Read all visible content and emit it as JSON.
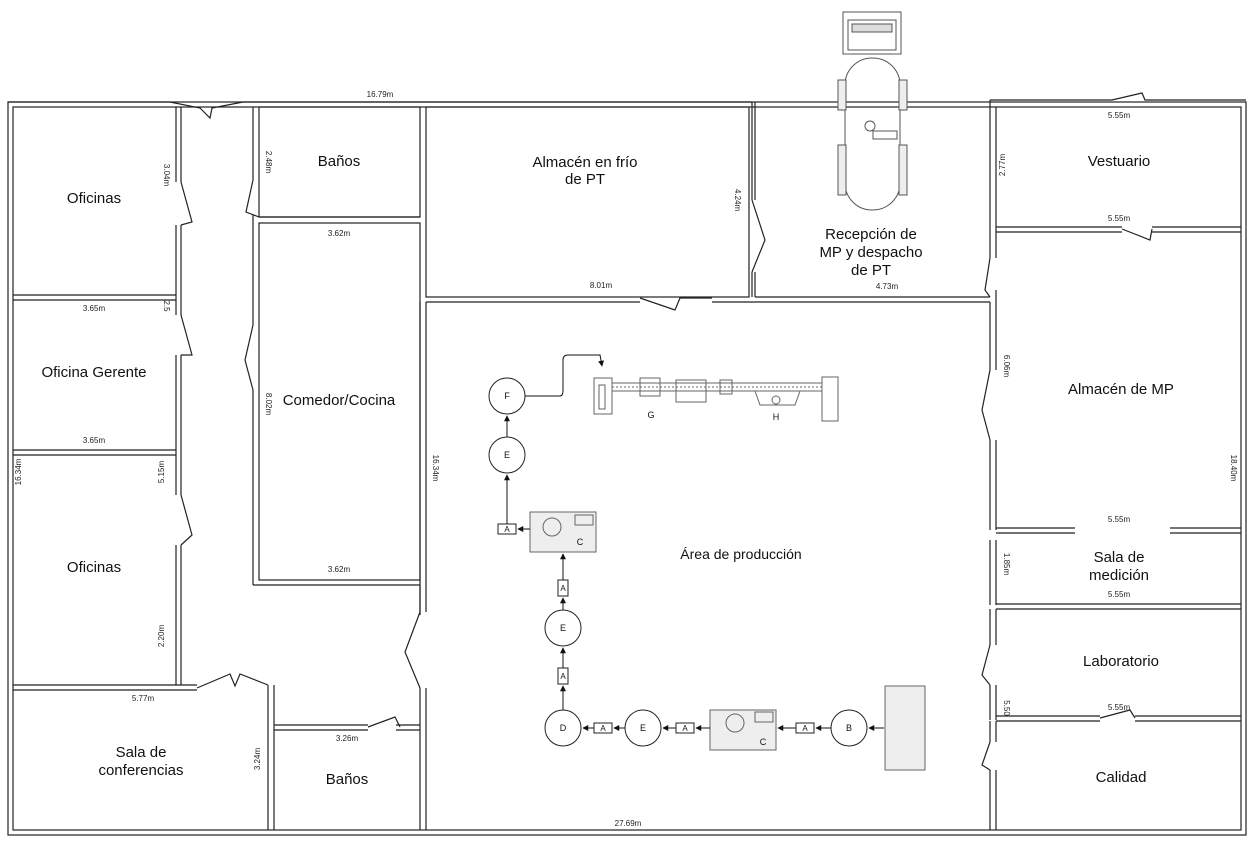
{
  "rooms": {
    "oficinas_top": "Oficinas",
    "oficina_gerente": "Oficina Gerente",
    "oficinas_bottom": "Oficinas",
    "sala_conferencias_1": "Sala de",
    "sala_conferencias_2": "conferencias",
    "banos_top": "Baños",
    "comedor": "Comedor/Cocina",
    "banos_bottom": "Baños",
    "almacen_frio_1": "Almacén en frío",
    "almacen_frio_2": "de PT",
    "recepcion_1": "Recepción de",
    "recepcion_2": "MP y despacho",
    "recepcion_3": "de PT",
    "vestuario": "Vestuario",
    "almacen_mp": "Almacén de MP",
    "sala_medicion_1": "Sala de",
    "sala_medicion_2": "medición",
    "laboratorio": "Laboratorio",
    "calidad": "Calidad",
    "area_produccion": "Área de producción"
  },
  "dimensions": {
    "d_1679": "16.79m",
    "d_304": "3.04m",
    "d_365a": "3.65m",
    "d_25": "2.5",
    "d_365b": "3.65m",
    "d_1634_left": "16.34m",
    "d_515": "5.15m",
    "d_220": "2.20m",
    "d_577": "5.77m",
    "d_324": "3.24m",
    "d_248": "2.48m",
    "d_362a": "3.62m",
    "d_802": "8.02m",
    "d_362b": "3.62m",
    "d_326": "3.26m",
    "d_801": "8.01m",
    "d_424": "4.24m",
    "d_1634_mid": "16.34m",
    "d_473": "4.73m",
    "d_2769": "27.69m",
    "d_555a": "5.55m",
    "d_277": "2.77m",
    "d_555b": "5.55m",
    "d_606": "6.06m",
    "d_1840": "18.40m",
    "d_555c": "5.55m",
    "d_185": "1.85m",
    "d_555d": "5.55m",
    "d_550": "5.50",
    "d_555e": "5.55m"
  },
  "nodes": {
    "F": "F",
    "E1": "E",
    "E2": "E",
    "E3": "E",
    "D": "D",
    "B": "B",
    "C1": "C",
    "C2": "C",
    "G": "G",
    "H": "H",
    "A1": "A",
    "A2": "A",
    "A3": "A",
    "A4": "A",
    "A5": "A",
    "A6": "A"
  },
  "colors": {
    "wall": "#222222",
    "equipment": "#888888",
    "background": "#ffffff"
  }
}
